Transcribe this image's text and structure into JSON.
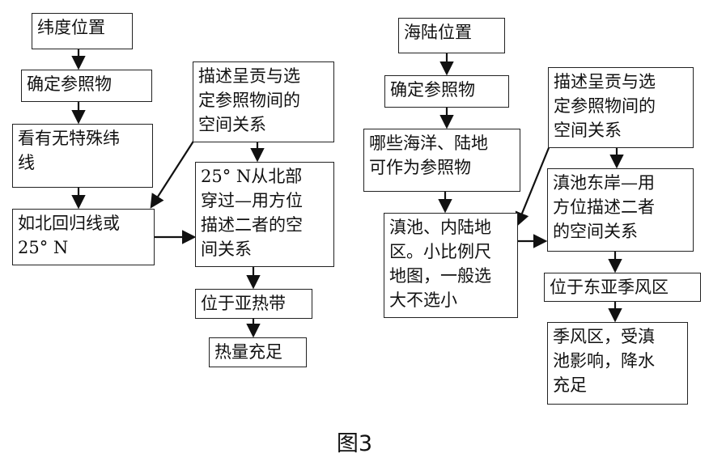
{
  "left": {
    "b1": "纬度位置",
    "b2": "确定参照物",
    "b3": "看有无特殊纬\n线",
    "b4": "如北回归线或\n25° N",
    "b5": "描述呈贡与选\n定参照物间的\n空间关系",
    "b6": "25° N从北部\n穿过—用方位\n描述二者的空\n间关系",
    "b7": "位于亚热带",
    "b8": "热量充足"
  },
  "right": {
    "b1": "海陆位置",
    "b2": "确定参照物",
    "b3": "哪些海洋、陆地\n可作为参照物",
    "b4": "滇池、内陆地\n区。小比例尺\n地图，一般选\n大不选小",
    "b5": "描述呈贡与选\n定参照物间的\n空间关系",
    "b6": "滇池东岸—用\n方位描述二者\n的空间关系",
    "b7": "位于东亚季风区",
    "b8": "季风区，受滇\n池影响，降水\n充足"
  },
  "caption": "图3"
}
